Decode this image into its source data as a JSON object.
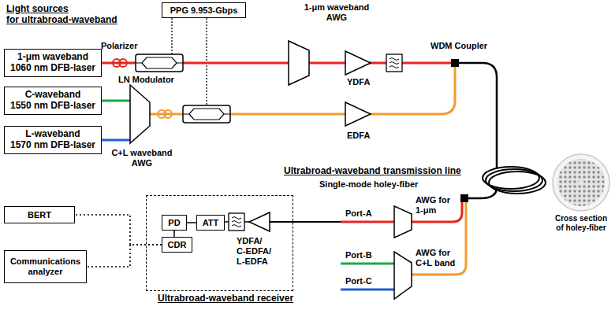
{
  "diagram": {
    "nodes": [
      {
        "text": [
          "PPG 9.953-Gbps"
        ]
      },
      {
        "text": [
          "1-μm waveband 1060 nm DFB-laser"
        ]
      },
      {
        "text": [
          "C-waveband 1550 nm DFB-laser"
        ]
      },
      {
        "text": [
          "L-waveband 1570 nm DFB-laser"
        ]
      },
      {
        "text": [
          "Ultrabroad-waveband receiver"
        ]
      },
      {
        "text": [
          "PD"
        ],
        "in": 4
      },
      {
        "text": [
          "ATT"
        ],
        "in": 4
      },
      {
        "text": [
          "CDR"
        ],
        "in": 4
      },
      {
        "text": [
          "BERT"
        ]
      },
      {
        "text": [
          "Communications analyzer"
        ]
      }
    ],
    "edges": [
      {
        "from": 6,
        "to": 5,
        "arrow": "none"
      },
      {
        "from": 5,
        "to": 7,
        "arrow": "none"
      },
      {
        "from": 7,
        "to": 8,
        "arrow": "none"
      },
      {
        "from": 7,
        "to": 9,
        "arrow": "none"
      }
    ],
    "labels": [
      "Light sources for ultrabroad-waveband",
      "1-μm waveband AWG",
      "Polarizer",
      "LN Modulator",
      "YDFA",
      "WDM Coupler",
      "C+L waveband AWG",
      "EDFA",
      "Ultrabroad-waveband transmission line",
      "Single-mode holey-fiber",
      "Port-A",
      "AWG for 1-μm",
      "Cross section of holey-fiber",
      "YDFA/ C-EDFA/ L-EDFA",
      "Port-B",
      "AWG for C+L band",
      "Port-C"
    ]
  }
}
